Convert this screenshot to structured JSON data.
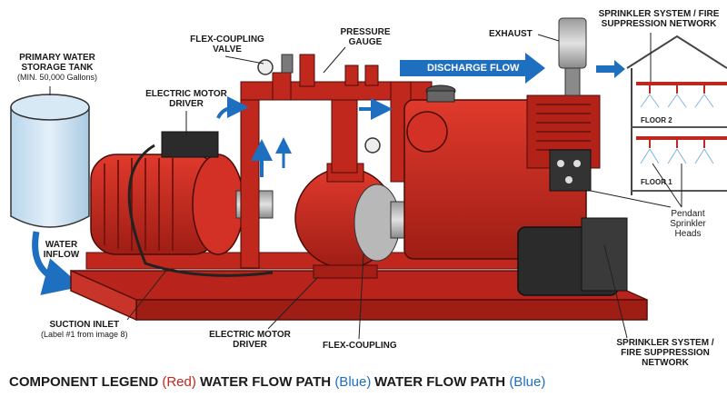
{
  "labels": {
    "tank_title": "PRIMARY WATER STORAGE TANK",
    "tank_sub": "(MIN. 50,000 Gallons)",
    "flex_valve": "FLEX-COUPLING VALVE",
    "pressure_gauge": "PRESSURE GAUGE",
    "exhaust": "EXHAUST",
    "sprinkler_top": "SPRINKLER SYSTEM / FIRE SUPPRESSION NETWORK",
    "motor_driver_top": "ELECTRIC MOTOR DRIVER",
    "discharge_flow": "DISCHARGE FLOW",
    "water_inflow": "WATER INFLOW",
    "floor2": "FLOOR 2",
    "floor1": "FLOOR 1",
    "pendant": "Pendant Sprinkler Heads",
    "suction_inlet": "SUCTION INLET",
    "suction_sub": "(Label #1 from image 8)",
    "motor_driver_bottom": "ELECTRIC MOTOR DRIVER",
    "flex_coupling": "FLEX-COUPLING",
    "sprinkler_bottom": "SPRINKLER SYSTEM / FIRE SUPPRESSION NETWORK"
  },
  "legend": {
    "item1_main": "COMPONENT LEGEND",
    "item1_tag": "(Red)",
    "item2_main": "WATER FLOW PATH",
    "item2_tag": "(Blue)",
    "item3_main": "WATER FLOW PATH",
    "item3_tag": "(Blue)"
  },
  "colors": {
    "equipment_red": "#c0281e",
    "flow_blue": "#1e6fbf",
    "tank_blue": "#cfe3f2"
  }
}
